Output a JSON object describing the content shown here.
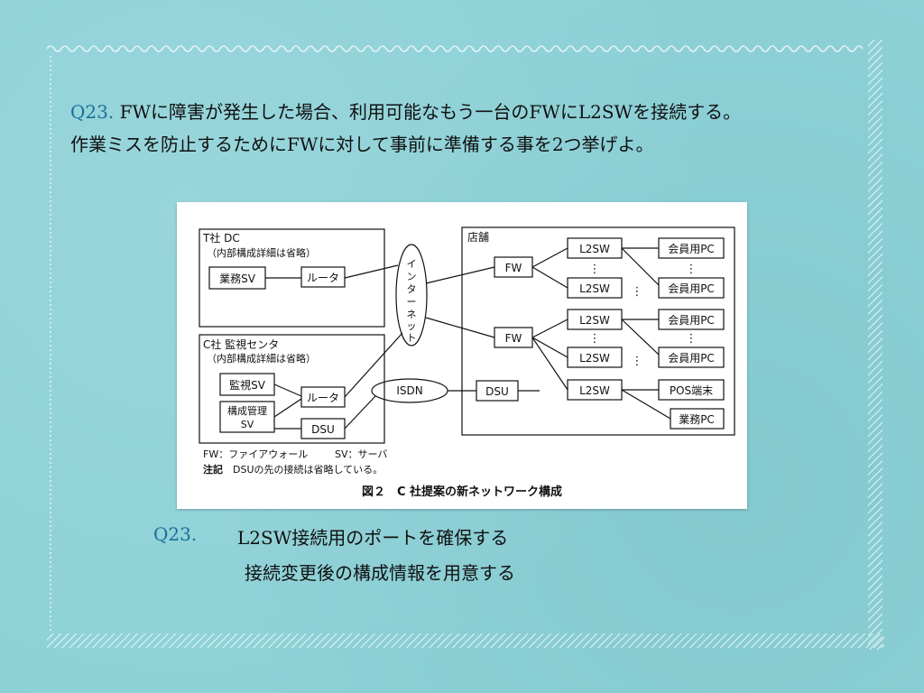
{
  "question": {
    "number": "Q23.",
    "line1": "FWに障害が発生した場合、利用可能なもう一台のFWにL2SWを接続する。",
    "line2": "作業ミスを防止するためにFWに対して事前に準備する事を2つ挙げよ。"
  },
  "figure": {
    "tdc_title": "T社  DC",
    "tdc_note": "（内部構成詳細は省略）",
    "gyomu_sv": "業務SV",
    "router": "ルータ",
    "csha_title": "C社  監視センタ",
    "csha_note": "（内部構成詳細は省略）",
    "kanshi_sv": "監視SV",
    "kosei_kanri_1": "構成管理",
    "kosei_kanri_2": "SV",
    "dsu": "DSU",
    "internet_chars": [
      "イ",
      "ン",
      "タ",
      "ー",
      "ネ",
      "ッ",
      "ト"
    ],
    "isdn": "ISDN",
    "store": "店舗",
    "fw": "FW",
    "l2sw": "L2SW",
    "member_pc": "会員用PC",
    "pos": "POS端末",
    "gyomu_pc": "業務PC",
    "vdots": "⋮",
    "legend_fw": "FW：ファイアウォール",
    "legend_sv": "SV：サーバ",
    "note_label": "注記",
    "note_text": "DSUの先の接続は省略している。",
    "caption": "図２　C 社提案の新ネットワーク構成"
  },
  "answer": {
    "number": "Q23.",
    "line1": "L2SW接続用のポートを確保する",
    "line2": "接続変更後の構成情報を用意する"
  }
}
